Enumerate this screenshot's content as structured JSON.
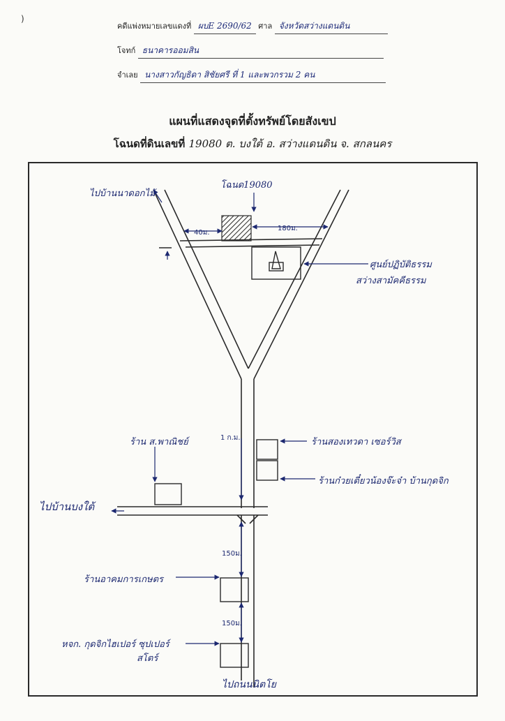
{
  "page_mark": ")",
  "header": {
    "case_label": "คดีแพ่งหมายเลขแดงที่",
    "case_number": "ผบE 2690/62",
    "court_label": "ศาล",
    "court_name": "จังหวัดสว่างแดนดิน",
    "plaintiff_label": "โจทก์",
    "plaintiff_name": "ธนาคารออมสิน",
    "defendant_label": "จำเลย",
    "defendant_name": "นางสาวกัญธิดา สิชัยศรี ที่ 1 และพวกรวม 2 คน"
  },
  "map": {
    "title": "แผนที่แสดงจุดที่ตั้งทรัพย์โดยสังเขป",
    "subtitle_prefix": "โฉนดที่ดินเลขที่",
    "subtitle_detail": "19080 ต. บงใต้ อ. สว่างแดนดิน จ. สกลนคร",
    "labels": {
      "to_ban_nadok": "ไปบ้านนาดอกไม้",
      "deed_parcel": "โฉนด19080",
      "dist_40": "40ม.",
      "dist_180": "180ม.",
      "practice_center_1": "ศูนย์ปฏิบัติธรรม",
      "practice_center_2": "สว่างสามัคคีธรรม",
      "dist_1km": "1 ก.ม.",
      "shop_phanit": "ร้าน ส.พาณิชย์",
      "shop_sound": "ร้านสองเทวดา เซอร์วิส",
      "shop_noodle": "ร้านก๋วยเตี๋ยวน้องจ๊ะจ๋า บ้านกุดจิก",
      "to_ban_bong_tai": "ไปบ้านบงใต้",
      "dist_150_a": "150ม.",
      "shop_agri": "ร้านอาคมการเกษตร",
      "dist_150_b": "150ม.",
      "supermarket_1": "หจก. กุดจิกไฮเปอร์ ซุปเปอร์",
      "supermarket_2": "สโตร์",
      "to_thanon_nitiyom": "ไปถนนนิตโย"
    }
  },
  "colors": {
    "ink_blue": "#1c2870",
    "line_black": "#2a2a2a",
    "parcel_hatch": "#2a2a2a"
  }
}
